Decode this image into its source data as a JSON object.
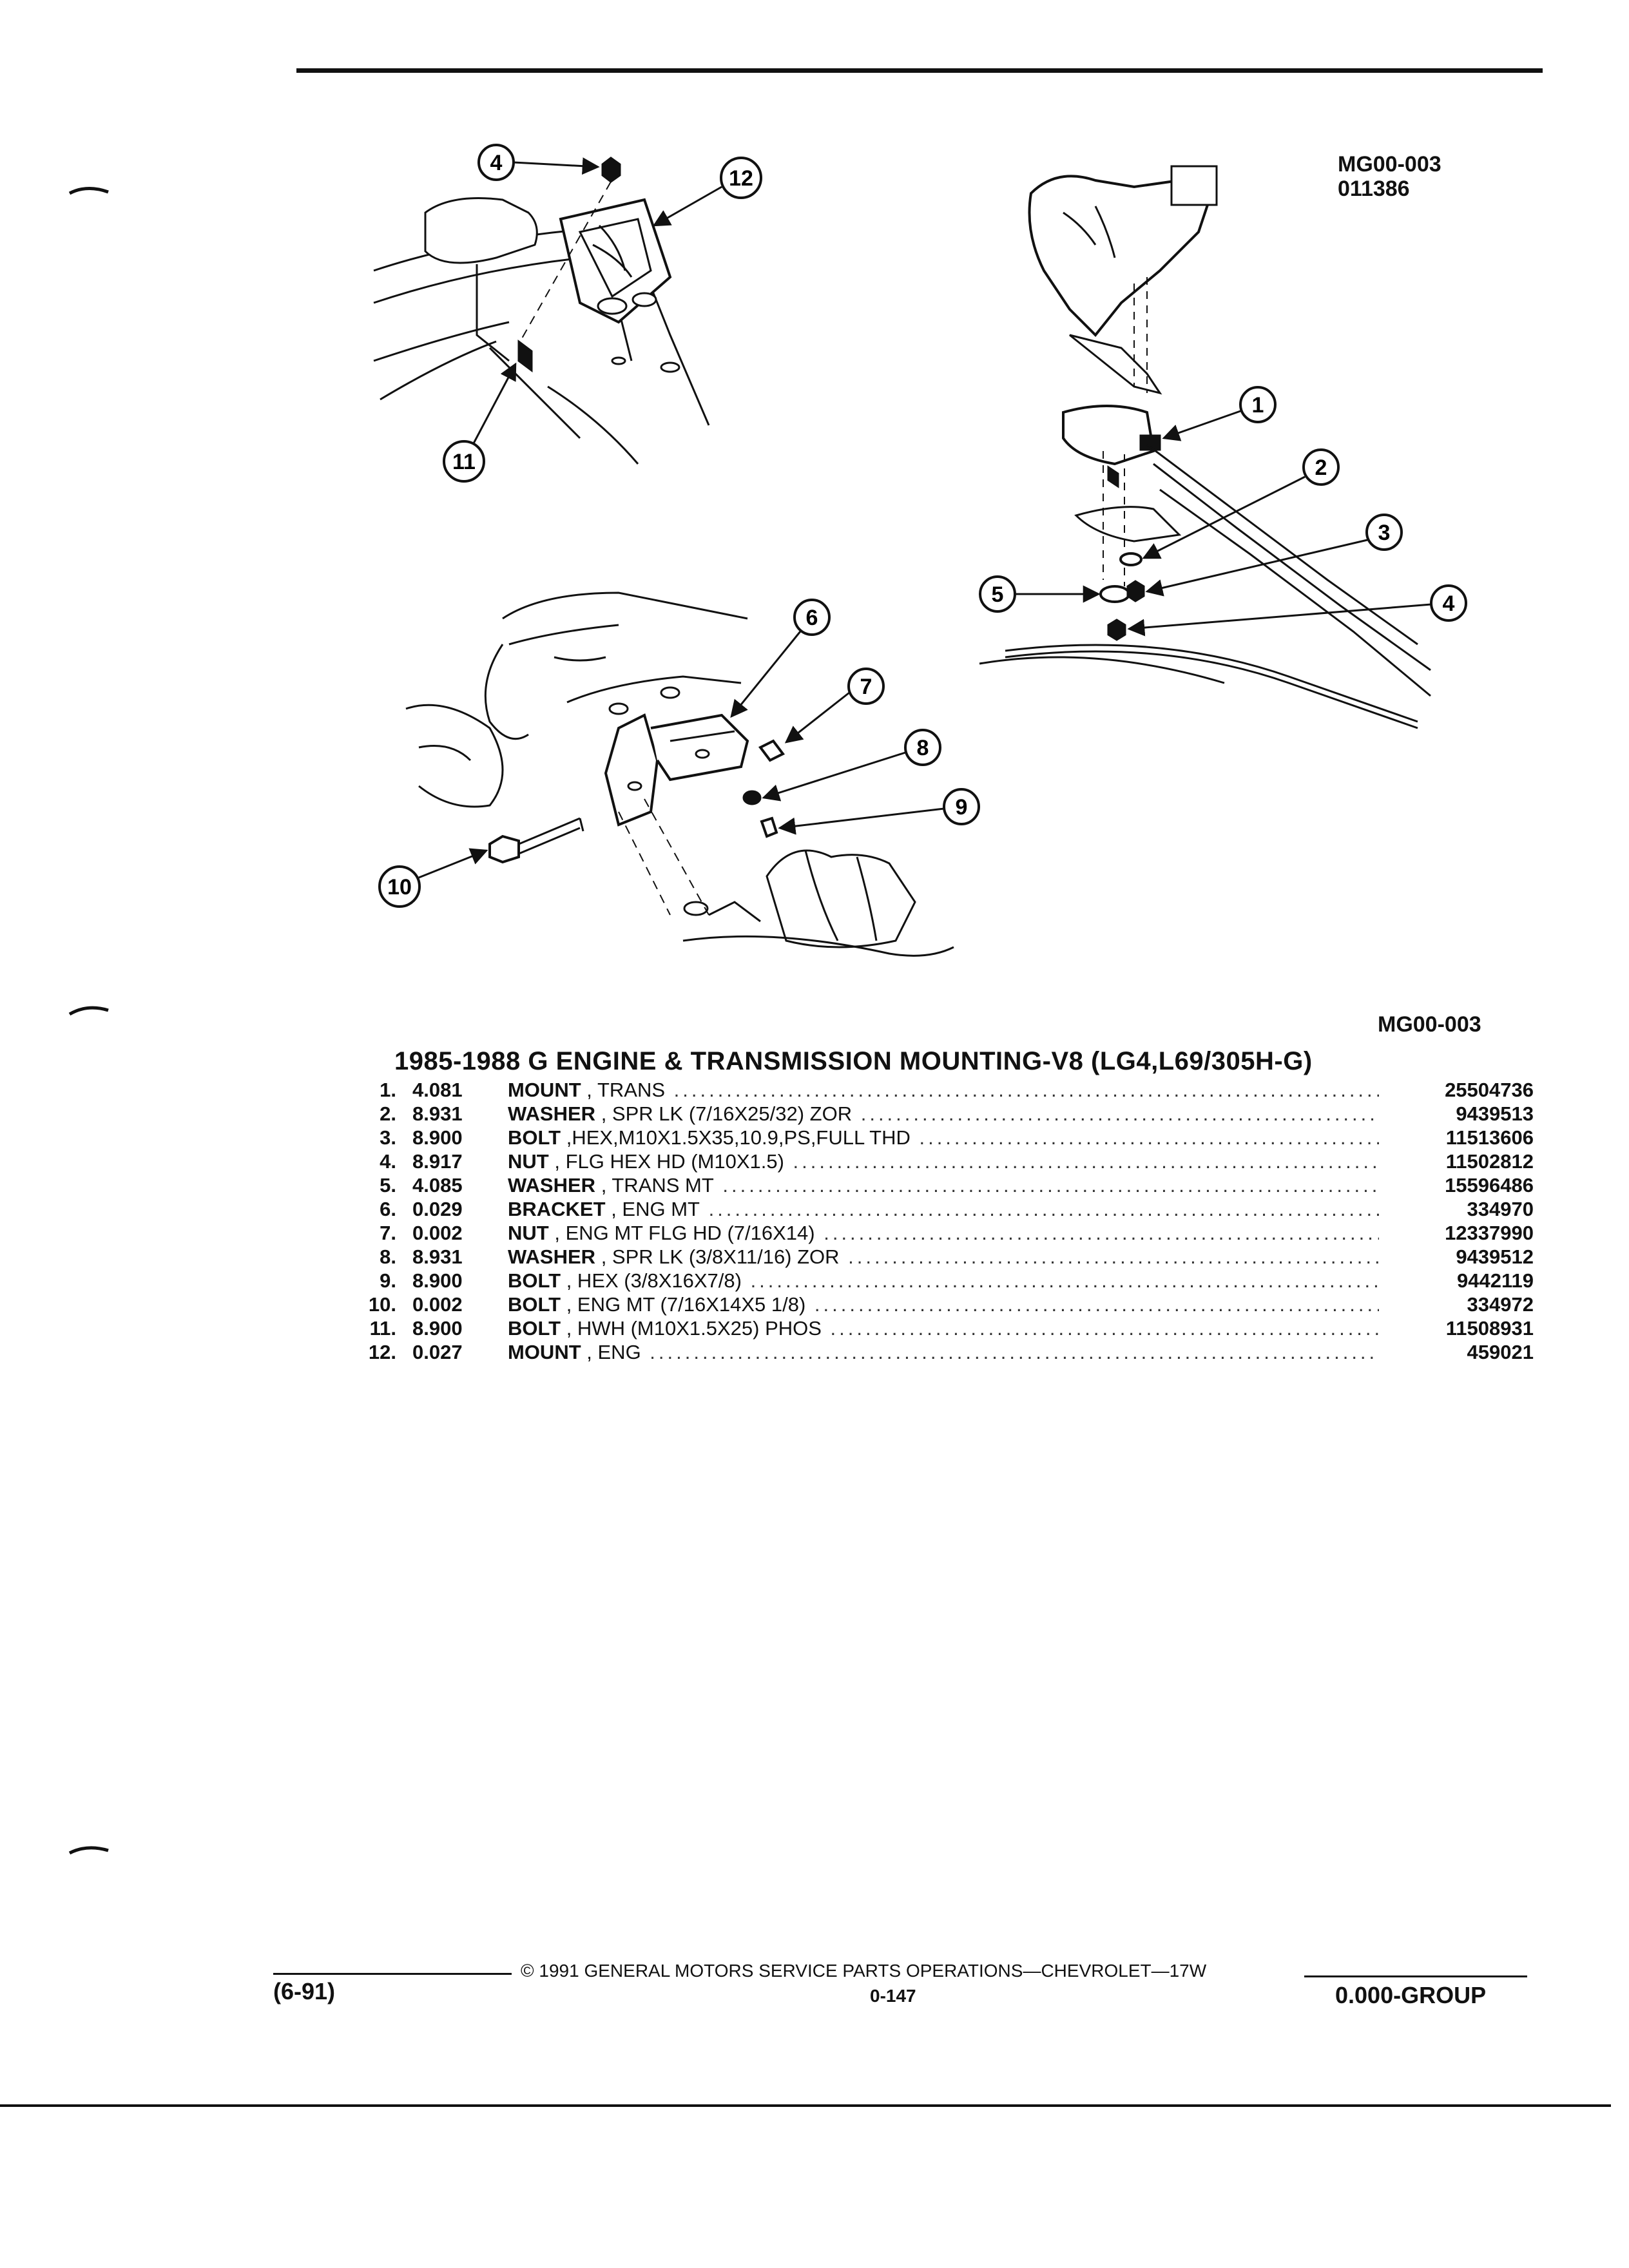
{
  "figure": {
    "id_top": "MG00-003",
    "id_top_sub": "011386",
    "id_bottom": "MG00-003",
    "callouts": [
      "1",
      "2",
      "3",
      "4",
      "5",
      "6",
      "7",
      "8",
      "9",
      "10",
      "11",
      "12"
    ]
  },
  "section_title": "1985-1988 G ENGINE & TRANSMISSION MOUNTING-V8 (LG4,L69/305H-G)",
  "parts": [
    {
      "index": "1.",
      "group": "4.081",
      "name": "MOUNT",
      "detail": ", TRANS",
      "part_number": "25504736"
    },
    {
      "index": "2.",
      "group": "8.931",
      "name": "WASHER",
      "detail": ", SPR LK (7/16X25/32) ZOR",
      "part_number": "9439513"
    },
    {
      "index": "3.",
      "group": "8.900",
      "name": "BOLT",
      "detail": ",HEX,M10X1.5X35,10.9,PS,FULL THD",
      "part_number": "11513606"
    },
    {
      "index": "4.",
      "group": "8.917",
      "name": "NUT",
      "detail": ", FLG HEX HD (M10X1.5)",
      "part_number": "11502812"
    },
    {
      "index": "5.",
      "group": "4.085",
      "name": "WASHER",
      "detail": ", TRANS MT",
      "part_number": "15596486"
    },
    {
      "index": "6.",
      "group": "0.029",
      "name": "BRACKET",
      "detail": ", ENG MT",
      "part_number": "334970"
    },
    {
      "index": "7.",
      "group": "0.002",
      "name": "NUT",
      "detail": ", ENG MT FLG HD (7/16X14)",
      "part_number": "12337990"
    },
    {
      "index": "8.",
      "group": "8.931",
      "name": "WASHER",
      "detail": ", SPR LK (3/8X11/16) ZOR",
      "part_number": "9439512"
    },
    {
      "index": "9.",
      "group": "8.900",
      "name": "BOLT",
      "detail": ", HEX (3/8X16X7/8)",
      "part_number": "9442119"
    },
    {
      "index": "10.",
      "group": "0.002",
      "name": "BOLT",
      "detail": ", ENG MT (7/16X14X5 1/8)",
      "part_number": "334972"
    },
    {
      "index": "11.",
      "group": "8.900",
      "name": "BOLT",
      "detail": ", HWH (M10X1.5X25) PHOS",
      "part_number": "11508931"
    },
    {
      "index": "12.",
      "group": "0.027",
      "name": "MOUNT",
      "detail": ", ENG",
      "part_number": "459021"
    }
  ],
  "footer": {
    "date": "(6-91)",
    "copyright": "© 1991 GENERAL MOTORS SERVICE PARTS OPERATIONS—CHEVROLET—17W",
    "page": "0-147",
    "group": "0.000-GROUP"
  }
}
